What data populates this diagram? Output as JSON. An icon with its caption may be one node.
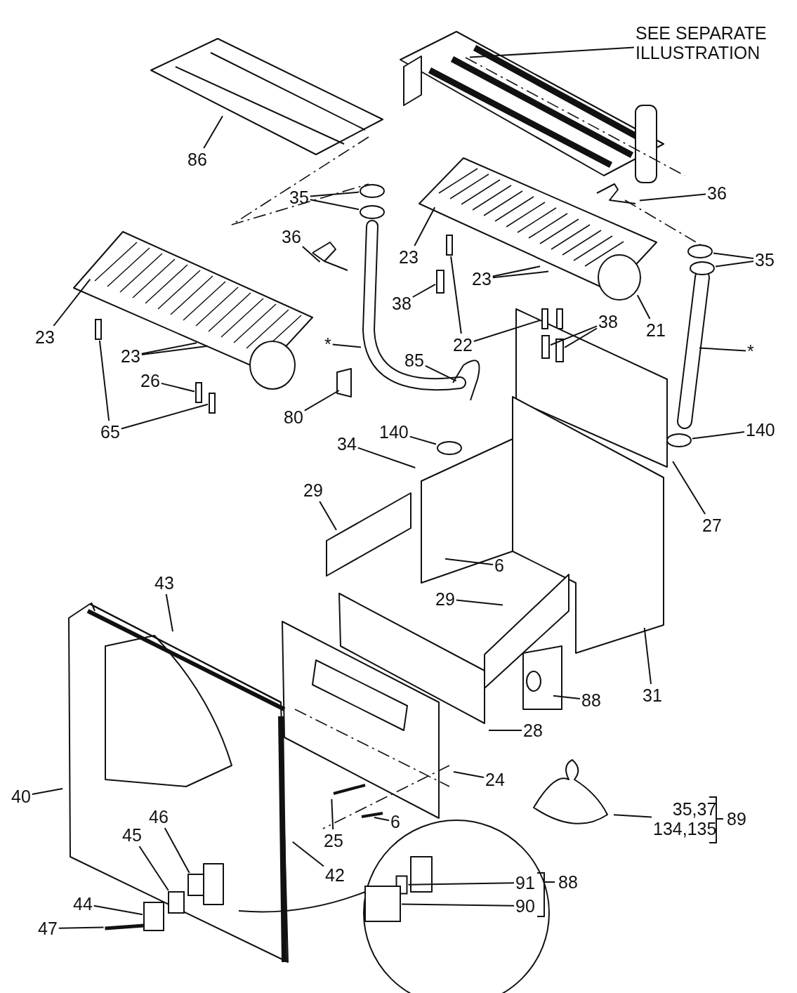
{
  "diagram": {
    "nodes": [
      {
        "text": [
          "SEE SEPARATE ILLUSTRATION"
        ]
      },
      {
        "text": [
          "86"
        ]
      },
      {
        "text": [
          "35"
        ]
      },
      {
        "text": [
          "36"
        ]
      },
      {
        "text": [
          "36"
        ]
      },
      {
        "text": [
          "23"
        ]
      },
      {
        "text": [
          "35"
        ]
      },
      {
        "text": [
          "23"
        ]
      },
      {
        "text": [
          "38"
        ]
      },
      {
        "text": [
          "21"
        ]
      },
      {
        "text": [
          "23"
        ]
      },
      {
        "text": [
          "*"
        ]
      },
      {
        "text": [
          "22"
        ]
      },
      {
        "text": [
          "38"
        ]
      },
      {
        "text": [
          "*"
        ]
      },
      {
        "text": [
          "23"
        ]
      },
      {
        "text": [
          "85"
        ]
      },
      {
        "text": [
          "26"
        ]
      },
      {
        "text": [
          "80"
        ]
      },
      {
        "text": [
          "65"
        ]
      },
      {
        "text": [
          "140"
        ]
      },
      {
        "text": [
          "140"
        ]
      },
      {
        "text": [
          "34"
        ]
      },
      {
        "text": [
          "29"
        ]
      },
      {
        "text": [
          "27"
        ]
      },
      {
        "text": [
          "6"
        ]
      },
      {
        "text": [
          "43"
        ]
      },
      {
        "text": [
          "29"
        ]
      },
      {
        "text": [
          "88"
        ]
      },
      {
        "text": [
          "31"
        ]
      },
      {
        "text": [
          "28"
        ]
      },
      {
        "text": [
          "24"
        ]
      },
      {
        "text": [
          "40"
        ]
      },
      {
        "text": [
          "6"
        ]
      },
      {
        "text": [
          "35,37 134,135"
        ]
      },
      {
        "text": [
          "46"
        ]
      },
      {
        "text": [
          "25"
        ]
      },
      {
        "text": [
          "42"
        ]
      },
      {
        "text": [
          "45"
        ]
      },
      {
        "text": [
          "91"
        ]
      },
      {
        "text": [
          "44"
        ]
      },
      {
        "text": [
          "90"
        ]
      },
      {
        "text": [
          "47"
        ]
      },
      {
        "text": [],
        "shape": "circle"
      },
      {
        "text": [],
        "shape": "circle"
      },
      {
        "text": [],
        "shape": "circle"
      },
      {
        "text": [],
        "shape": "circle"
      },
      {
        "text": [],
        "shape": "circle"
      },
      {
        "text": [],
        "shape": "circle"
      },
      {
        "text": [],
        "shape": "box"
      },
      {
        "text": [],
        "shape": "box"
      },
      {
        "text": [],
        "shape": "box"
      },
      {
        "text": [],
        "shape": "box"
      },
      {
        "text": [],
        "shape": "box"
      },
      {
        "text": [],
        "shape": "box"
      },
      {
        "text": [],
        "shape": "box"
      },
      {
        "text": [],
        "shape": "box"
      },
      {
        "text": [],
        "shape": "box"
      },
      {
        "text": [],
        "shape": "box"
      },
      {
        "text": [],
        "shape": "box"
      },
      {
        "text": [],
        "shape": "bar"
      },
      {
        "text": [],
        "shape": "box"
      },
      {
        "text": [],
        "shape": "box"
      }
    ],
    "edges": [
      {
        "from": 0,
        "to": null,
        "arrow": "none"
      },
      {
        "from": 1,
        "to": null,
        "arrow": "none"
      },
      {
        "from": 2,
        "to": 43,
        "arrow": "none"
      },
      {
        "from": 2,
        "to": 44,
        "arrow": "none"
      },
      {
        "from": 3,
        "to": null,
        "arrow": "none"
      },
      {
        "from": 4,
        "to": null,
        "arrow": "none"
      },
      {
        "from": 5,
        "to": null,
        "arrow": "none"
      },
      {
        "from": 6,
        "to": 45,
        "arrow": "none"
      },
      {
        "from": 6,
        "to": 46,
        "arrow": "none"
      },
      {
        "from": 7,
        "to": null,
        "arrow": "none"
      },
      {
        "from": 7,
        "to": null,
        "arrow": "none"
      },
      {
        "from": 8,
        "to": 50,
        "arrow": "none"
      },
      {
        "from": 9,
        "to": null,
        "arrow": "none"
      },
      {
        "from": 10,
        "to": null,
        "arrow": "none"
      },
      {
        "from": 11,
        "to": null,
        "arrow": "none"
      },
      {
        "from": 12,
        "to": 49,
        "arrow": "none"
      },
      {
        "from": 12,
        "to": 51,
        "arrow": "none"
      },
      {
        "from": 13,
        "to": 52,
        "arrow": "none"
      },
      {
        "from": 13,
        "to": 53,
        "arrow": "none"
      },
      {
        "from": 14,
        "to": null,
        "arrow": "none"
      },
      {
        "from": 15,
        "to": null,
        "arrow": "none"
      },
      {
        "from": 15,
        "to": null,
        "arrow": "none"
      },
      {
        "from": 16,
        "to": null,
        "arrow": "none"
      },
      {
        "from": 17,
        "to": 54,
        "arrow": "none"
      },
      {
        "from": 18,
        "to": null,
        "arrow": "none"
      },
      {
        "from": 19,
        "to": 55,
        "arrow": "none"
      },
      {
        "from": 19,
        "to": 56,
        "arrow": "none"
      },
      {
        "from": 20,
        "to": 47,
        "arrow": "none"
      },
      {
        "from": 21,
        "to": 48,
        "arrow": "none"
      },
      {
        "from": 22,
        "to": null,
        "arrow": "none"
      },
      {
        "from": 23,
        "to": null,
        "arrow": "none"
      },
      {
        "from": 24,
        "to": null,
        "arrow": "none"
      },
      {
        "from": 25,
        "to": null,
        "arrow": "none"
      },
      {
        "from": 26,
        "to": null,
        "arrow": "none"
      },
      {
        "from": 27,
        "to": null,
        "arrow": "none"
      },
      {
        "from": 28,
        "to": null,
        "arrow": "none"
      },
      {
        "from": 29,
        "to": null,
        "arrow": "none"
      },
      {
        "from": 30,
        "to": null,
        "arrow": "none"
      },
      {
        "from": 31,
        "to": null,
        "arrow": "none"
      },
      {
        "from": 32,
        "to": null,
        "arrow": "none"
      },
      {
        "from": 33,
        "to": null,
        "arrow": "none"
      },
      {
        "from": 34,
        "to": null,
        "arrow": "none"
      },
      {
        "from": 35,
        "to": 59,
        "arrow": "none"
      },
      {
        "from": 36,
        "to": null,
        "arrow": "none"
      },
      {
        "from": 37,
        "to": null,
        "arrow": "none"
      },
      {
        "from": 38,
        "to": 58,
        "arrow": "none"
      },
      {
        "from": 39,
        "to": 61,
        "arrow": "none"
      },
      {
        "from": 40,
        "to": 57,
        "arrow": "none"
      },
      {
        "from": 41,
        "to": 62,
        "arrow": "none"
      },
      {
        "from": 42,
        "to": 60,
        "arrow": "none"
      }
    ],
    "labels": [
      "89",
      "88"
    ]
  }
}
